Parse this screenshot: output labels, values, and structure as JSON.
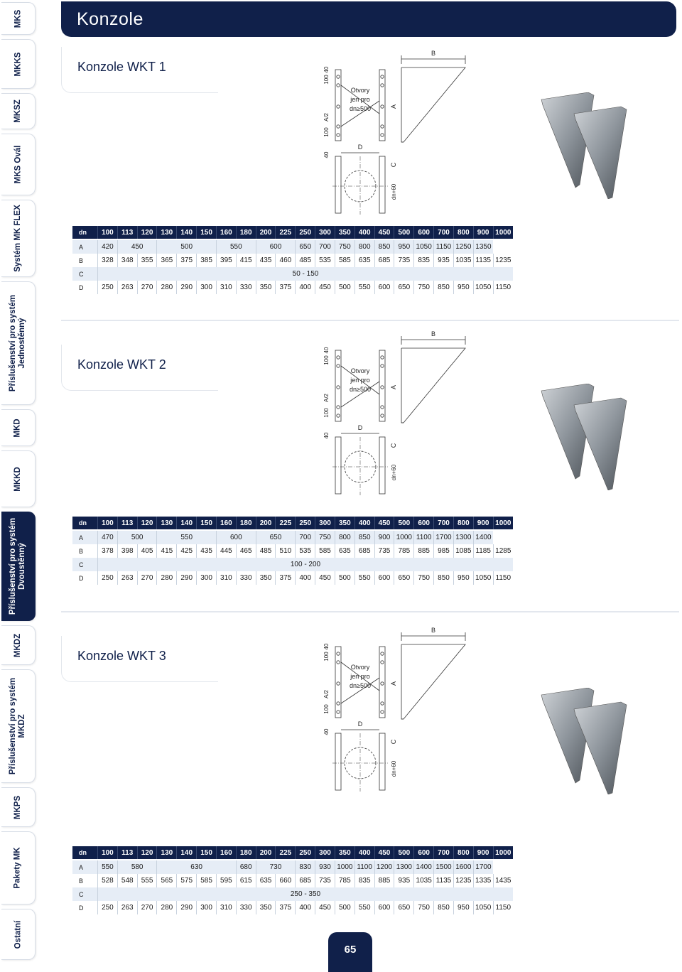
{
  "header": {
    "title": "Konzole"
  },
  "sidebar": {
    "tabs": [
      {
        "label": "MKS"
      },
      {
        "label": "MKKS"
      },
      {
        "label": "MKSZ"
      },
      {
        "label": "MKS Ovál"
      },
      {
        "label": "Systém MK FLEX"
      },
      {
        "label": "Příslušenství pro systém",
        "label2": "Jednostěnný"
      },
      {
        "label": "MKD"
      },
      {
        "label": "MKKD"
      },
      {
        "label": "Příslušenství pro systém",
        "label2": "Dvoustěnný",
        "active": true
      },
      {
        "label": "MKDZ"
      },
      {
        "label": "Příslušenství pro systém",
        "label2": "MKDZ"
      },
      {
        "label": "MKPS"
      },
      {
        "label": "Pakety MK"
      },
      {
        "label": "Ostatní"
      }
    ]
  },
  "drawing_labels": {
    "B": "B",
    "A": "A",
    "A2": "A/2",
    "C": "C",
    "D": "D",
    "dn60": "dn+60",
    "d100a": "100",
    "d40a": "40",
    "d100b": "100",
    "d40b": "40",
    "otvory1": "Otvory",
    "otvory2": "jen pro",
    "otvory3": "dn≥500"
  },
  "sections": [
    {
      "title": "Konzole WKT 1",
      "table": {
        "header": [
          "dn",
          "100",
          "113",
          "120",
          "130",
          "140",
          "150",
          "160",
          "180",
          "200",
          "225",
          "250",
          "300",
          "350",
          "400",
          "450",
          "500",
          "600",
          "700",
          "800",
          "900",
          "1000"
        ],
        "rows": [
          {
            "label": "A",
            "cells": [
              [
                "420",
                1
              ],
              [
                "450",
                2
              ],
              [
                "",
                0
              ],
              [
                "500",
                3
              ],
              [
                "550",
                2
              ],
              [
                "600",
                2
              ],
              [
                "650",
                1
              ],
              [
                "700",
                1
              ],
              [
                "750",
                1
              ],
              [
                "800",
                1
              ],
              [
                "850",
                1
              ],
              [
                "950",
                1
              ],
              [
                "1050",
                1
              ],
              [
                "1150",
                1
              ],
              [
                "1250",
                1
              ],
              [
                "1350",
                1
              ]
            ]
          },
          {
            "label": "B",
            "cells": [
              [
                "328",
                1
              ],
              [
                "348",
                1
              ],
              [
                "355",
                1
              ],
              [
                "365",
                1
              ],
              [
                "375",
                1
              ],
              [
                "385",
                1
              ],
              [
                "395",
                1
              ],
              [
                "415",
                1
              ],
              [
                "435",
                1
              ],
              [
                "460",
                1
              ],
              [
                "485",
                1
              ],
              [
                "535",
                1
              ],
              [
                "585",
                1
              ],
              [
                "635",
                1
              ],
              [
                "685",
                1
              ],
              [
                "735",
                1
              ],
              [
                "835",
                1
              ],
              [
                "935",
                1
              ],
              [
                "1035",
                1
              ],
              [
                "1135",
                1
              ],
              [
                "1235",
                1
              ]
            ]
          },
          {
            "label": "C",
            "cells": [
              [
                "50 - 150",
                21
              ]
            ]
          },
          {
            "label": "D",
            "cells": [
              [
                "250",
                1
              ],
              [
                "263",
                1
              ],
              [
                "270",
                1
              ],
              [
                "280",
                1
              ],
              [
                "290",
                1
              ],
              [
                "300",
                1
              ],
              [
                "310",
                1
              ],
              [
                "330",
                1
              ],
              [
                "350",
                1
              ],
              [
                "375",
                1
              ],
              [
                "400",
                1
              ],
              [
                "450",
                1
              ],
              [
                "500",
                1
              ],
              [
                "550",
                1
              ],
              [
                "600",
                1
              ],
              [
                "650",
                1
              ],
              [
                "750",
                1
              ],
              [
                "850",
                1
              ],
              [
                "950",
                1
              ],
              [
                "1050",
                1
              ],
              [
                "1150",
                1
              ]
            ]
          }
        ]
      }
    },
    {
      "title": "Konzole WKT 2",
      "table": {
        "header": [
          "dn",
          "100",
          "113",
          "120",
          "130",
          "140",
          "150",
          "160",
          "180",
          "200",
          "225",
          "250",
          "300",
          "350",
          "400",
          "450",
          "500",
          "600",
          "700",
          "800",
          "900",
          "1000"
        ],
        "rows": [
          {
            "label": "A",
            "cells": [
              [
                "470",
                1
              ],
              [
                "500",
                2
              ],
              [
                "550",
                3
              ],
              [
                "600",
                2
              ],
              [
                "650",
                2
              ],
              [
                "700",
                1
              ],
              [
                "750",
                1
              ],
              [
                "800",
                1
              ],
              [
                "850",
                1
              ],
              [
                "900",
                1
              ],
              [
                "1000",
                1
              ],
              [
                "1100",
                1
              ],
              [
                "1700",
                1
              ],
              [
                "1300",
                1
              ],
              [
                "1400",
                1
              ]
            ]
          },
          {
            "label": "B",
            "cells": [
              [
                "378",
                1
              ],
              [
                "398",
                1
              ],
              [
                "405",
                1
              ],
              [
                "415",
                1
              ],
              [
                "425",
                1
              ],
              [
                "435",
                1
              ],
              [
                "445",
                1
              ],
              [
                "465",
                1
              ],
              [
                "485",
                1
              ],
              [
                "510",
                1
              ],
              [
                "535",
                1
              ],
              [
                "585",
                1
              ],
              [
                "635",
                1
              ],
              [
                "685",
                1
              ],
              [
                "735",
                1
              ],
              [
                "785",
                1
              ],
              [
                "885",
                1
              ],
              [
                "985",
                1
              ],
              [
                "1085",
                1
              ],
              [
                "1185",
                1
              ],
              [
                "1285",
                1
              ]
            ]
          },
          {
            "label": "C",
            "cells": [
              [
                "100 - 200",
                21
              ]
            ]
          },
          {
            "label": "D",
            "cells": [
              [
                "250",
                1
              ],
              [
                "263",
                1
              ],
              [
                "270",
                1
              ],
              [
                "280",
                1
              ],
              [
                "290",
                1
              ],
              [
                "300",
                1
              ],
              [
                "310",
                1
              ],
              [
                "330",
                1
              ],
              [
                "350",
                1
              ],
              [
                "375",
                1
              ],
              [
                "400",
                1
              ],
              [
                "450",
                1
              ],
              [
                "500",
                1
              ],
              [
                "550",
                1
              ],
              [
                "600",
                1
              ],
              [
                "650",
                1
              ],
              [
                "750",
                1
              ],
              [
                "850",
                1
              ],
              [
                "950",
                1
              ],
              [
                "1050",
                1
              ],
              [
                "1150",
                1
              ]
            ]
          }
        ]
      }
    },
    {
      "title": "Konzole WKT 3",
      "table": {
        "header": [
          "dn",
          "100",
          "113",
          "120",
          "130",
          "140",
          "150",
          "160",
          "180",
          "200",
          "225",
          "250",
          "300",
          "350",
          "400",
          "450",
          "500",
          "600",
          "700",
          "800",
          "900",
          "1000"
        ],
        "rows": [
          {
            "label": "A",
            "cells": [
              [
                "550",
                1
              ],
              [
                "580",
                2
              ],
              [
                "630",
                4
              ],
              [
                "680",
                1
              ],
              [
                "730",
                2
              ],
              [
                "830",
                1
              ],
              [
                "930",
                1
              ],
              [
                "1000",
                1
              ],
              [
                "1100",
                1
              ],
              [
                "1200",
                1
              ],
              [
                "1300",
                1
              ],
              [
                "1400",
                1
              ],
              [
                "1500",
                1
              ],
              [
                "1600",
                1
              ],
              [
                "1700",
                1
              ]
            ]
          },
          {
            "label": "B",
            "cells": [
              [
                "528",
                1
              ],
              [
                "548",
                1
              ],
              [
                "555",
                1
              ],
              [
                "565",
                1
              ],
              [
                "575",
                1
              ],
              [
                "585",
                1
              ],
              [
                "595",
                1
              ],
              [
                "615",
                1
              ],
              [
                "635",
                1
              ],
              [
                "660",
                1
              ],
              [
                "685",
                1
              ],
              [
                "735",
                1
              ],
              [
                "785",
                1
              ],
              [
                "835",
                1
              ],
              [
                "885",
                1
              ],
              [
                "935",
                1
              ],
              [
                "1035",
                1
              ],
              [
                "1135",
                1
              ],
              [
                "1235",
                1
              ],
              [
                "1335",
                1
              ],
              [
                "1435",
                1
              ]
            ]
          },
          {
            "label": "C",
            "cells": [
              [
                "250 - 350",
                21
              ]
            ]
          },
          {
            "label": "D",
            "cells": [
              [
                "250",
                1
              ],
              [
                "263",
                1
              ],
              [
                "270",
                1
              ],
              [
                "280",
                1
              ],
              [
                "290",
                1
              ],
              [
                "300",
                1
              ],
              [
                "310",
                1
              ],
              [
                "330",
                1
              ],
              [
                "350",
                1
              ],
              [
                "375",
                1
              ],
              [
                "400",
                1
              ],
              [
                "450",
                1
              ],
              [
                "500",
                1
              ],
              [
                "550",
                1
              ],
              [
                "600",
                1
              ],
              [
                "650",
                1
              ],
              [
                "750",
                1
              ],
              [
                "850",
                1
              ],
              [
                "950",
                1
              ],
              [
                "1050",
                1
              ],
              [
                "1150",
                1
              ]
            ]
          }
        ]
      }
    }
  ],
  "page_number": "65"
}
